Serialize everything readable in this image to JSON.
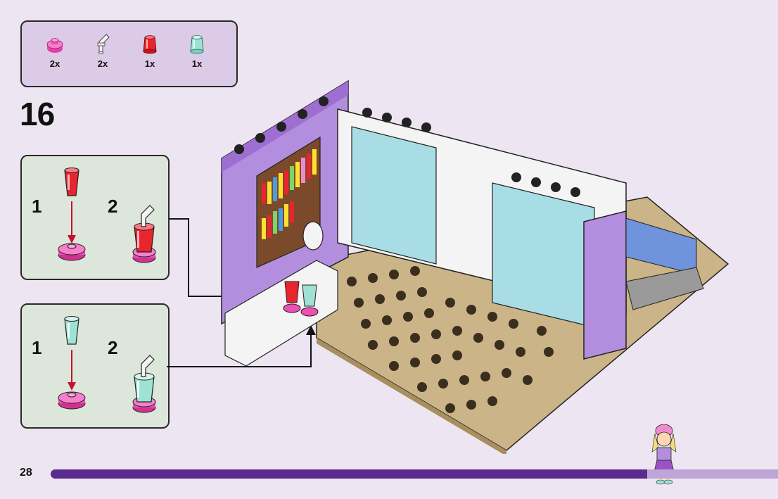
{
  "parts_list": {
    "items": [
      {
        "icon": "pink-round-plate-icon",
        "qty": "2x"
      },
      {
        "icon": "white-straw-icon",
        "qty": "2x"
      },
      {
        "icon": "red-cup-icon",
        "qty": "1x"
      },
      {
        "icon": "aqua-cup-icon",
        "qty": "1x"
      }
    ]
  },
  "step": {
    "number": "16"
  },
  "sub_builds": [
    {
      "sub_steps": [
        {
          "label": "1"
        },
        {
          "label": "2"
        }
      ],
      "cup_color": "#e8242e"
    },
    {
      "sub_steps": [
        {
          "label": "1"
        },
        {
          "label": "2"
        }
      ],
      "cup_color": "#9fe2d4"
    }
  ],
  "footer": {
    "page_number": "28",
    "progress_percent": 82
  },
  "colors": {
    "background": "#ede5f1",
    "accent_purple": "#5b2a8f",
    "lavender": "#bda6d6",
    "panel_green": "#dde6da",
    "tan_baseplate": "#cbb487",
    "pink": "#ee4fb5"
  }
}
